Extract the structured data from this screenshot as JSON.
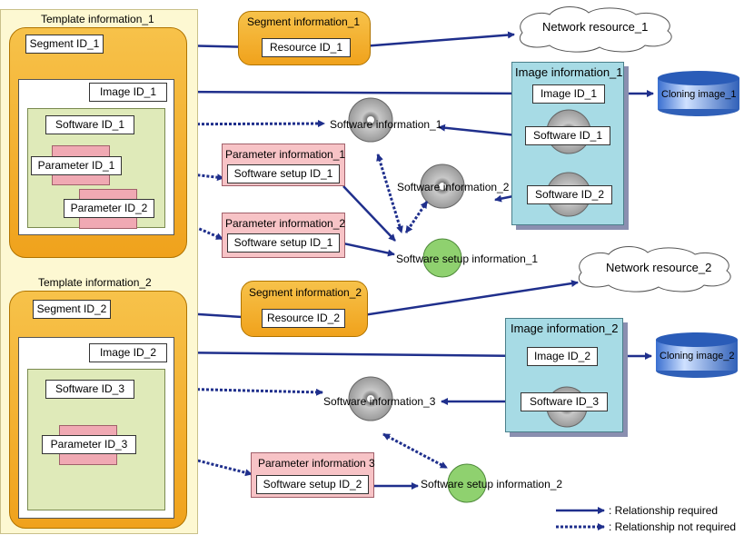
{
  "template1": {
    "title": "Template information_1",
    "segment_id": "Segment ID_1",
    "image_id": "Image ID_1",
    "software_id": "Software ID_1",
    "parameter_ids": [
      "Parameter ID_1",
      "Parameter ID_2"
    ]
  },
  "template2": {
    "title": "Template information_2",
    "segment_id": "Segment ID_2",
    "image_id": "Image ID_2",
    "software_id": "Software ID_3",
    "parameter_id": "Parameter ID_3"
  },
  "segment1": {
    "title": "Segment information_1",
    "resource_id": "Resource ID_1"
  },
  "segment2": {
    "title": "Segment information_2",
    "resource_id": "Resource ID_2"
  },
  "network1": "Network resource_1",
  "network2": "Network resource_2",
  "image1": {
    "title": "Image information_1",
    "image_id": "Image ID_1",
    "software_ids": [
      "Software ID_1",
      "Software ID_2"
    ]
  },
  "image2": {
    "title": "Image information_2",
    "image_id": "Image ID_2",
    "software_id": "Software ID_3"
  },
  "cloning1": "Cloning image_1",
  "cloning2": "Cloning image_2",
  "software_info": [
    "Software information_1",
    "Software information_2",
    "Software information_3"
  ],
  "parameter1": {
    "title": "Parameter information_1",
    "setup_id": "Software setup ID_1"
  },
  "parameter2": {
    "title": "Parameter information_2",
    "setup_id": "Software  setup ID_1"
  },
  "parameter3": {
    "title": "Parameter information 3",
    "setup_id": "Software setup ID_2"
  },
  "setup_info": [
    "Software setup information_1",
    "Software setup information_2"
  ],
  "legend": {
    "required": ": Relationship required",
    "not_required": ": Relationship not required"
  },
  "colors": {
    "arrow": "#1f2f8c",
    "orange": "#f0a21c",
    "template_bg": "#fdf8d2",
    "green_box": "#dfeab9",
    "pink_box": "#f7c3c6",
    "image_box": "#a7dbe5",
    "setup_circle": "#8fd16f"
  }
}
